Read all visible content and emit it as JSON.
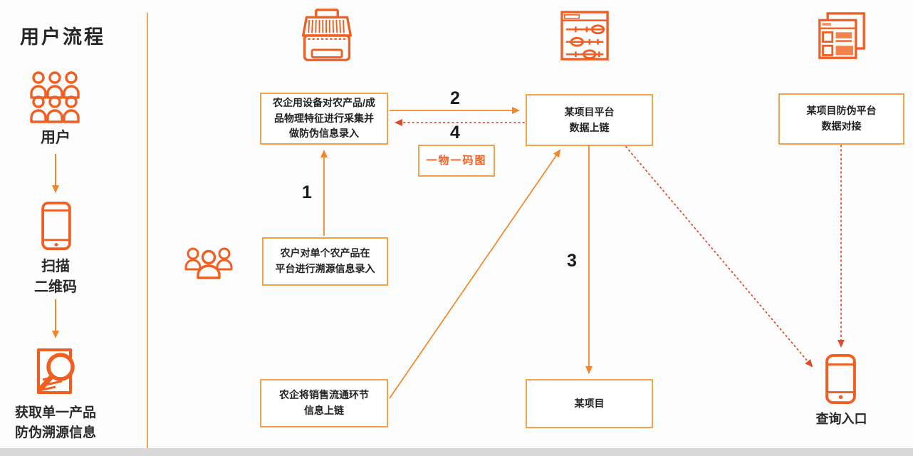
{
  "colors": {
    "box_border": "#F2A24A",
    "icon_stroke": "#F15E22",
    "solid_arrow": "#F0862B",
    "dotted_arrow": "#E04B2A",
    "text": "#222222",
    "bottom_bar": "#D8D8D8"
  },
  "sidebar": {
    "title": "用户流程",
    "steps": [
      {
        "icon": "users-group-icon",
        "label": "用户"
      },
      {
        "icon": "phone-icon",
        "label": "扫描\n二维码"
      },
      {
        "icon": "search-document-icon",
        "label": "获取单一产品\n防伪溯源信息"
      }
    ]
  },
  "flow": {
    "top_icons": [
      "printer-icon",
      "abacus-window-icon",
      "webpages-icon"
    ],
    "boxes": {
      "capture": {
        "label": "农企用设备对农产品/成\n品物理特征进行采集并\n做防伪信息录入"
      },
      "platform": {
        "label": "某项目平台\n数据上链"
      },
      "antifake": {
        "label": "某项目防伪平台\n数据对接"
      },
      "one_code": {
        "label": "一物一码图"
      },
      "farmer": {
        "label": "农户对单个农产品在\n平台进行溯源信息录入"
      },
      "project": {
        "label": "某项目"
      },
      "sales": {
        "label": "农企将销售流通环节\n信息上链"
      },
      "query": {
        "label": "查询入口"
      }
    },
    "arrows": {
      "n1": "1",
      "n2": "2",
      "n3": "3",
      "n4": "4"
    }
  }
}
